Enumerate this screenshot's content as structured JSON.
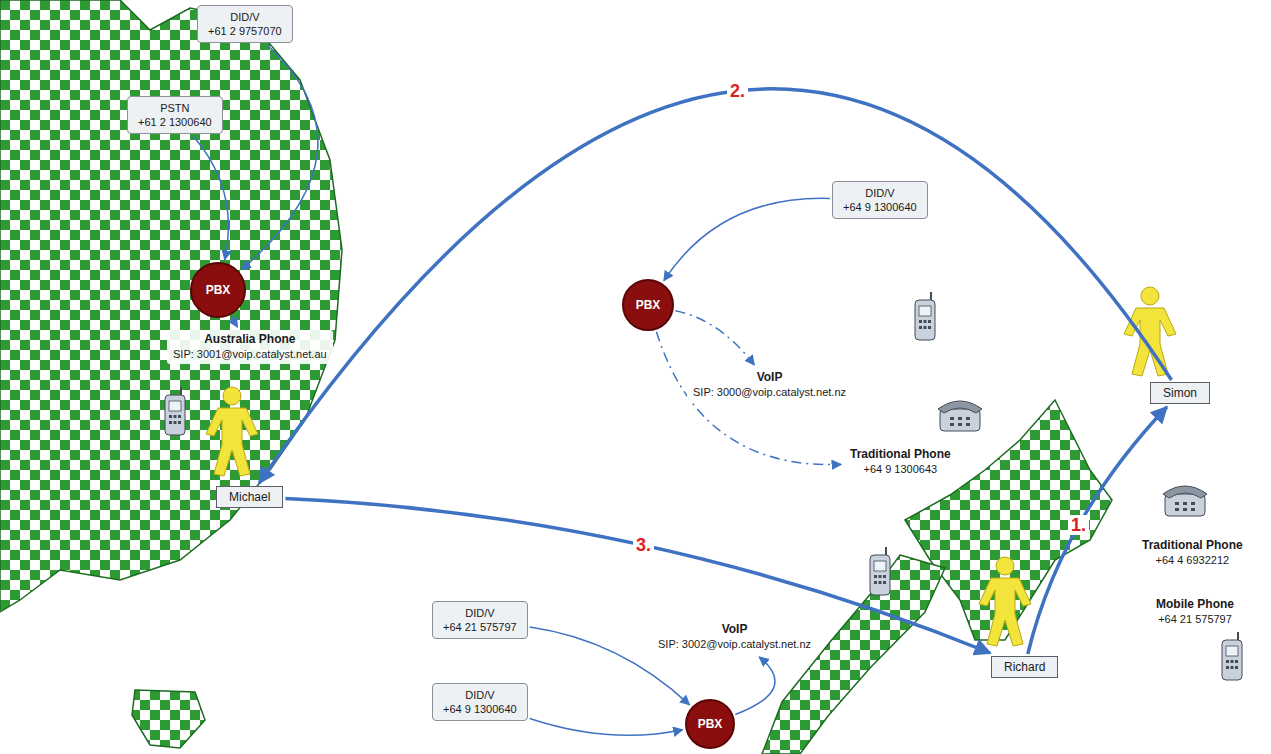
{
  "diagram": {
    "nodes": [
      {
        "text": [
          "DID/V",
          "+61 2 9757070"
        ]
      },
      {
        "text": [
          "PSTN",
          "+61 2 1300640"
        ]
      },
      {
        "text": [
          "PBX"
        ]
      },
      {
        "text": [
          "Australia Phone",
          "SIP: 3001@voip.catalyst.net.au"
        ]
      },
      {
        "text": [
          "Michael"
        ]
      },
      {
        "text": [
          "DID/V",
          "+64 9 1300640"
        ]
      },
      {
        "text": [
          "PBX"
        ]
      },
      {
        "text": [
          "VoIP",
          "SIP: 3000@voip.catalyst.net.nz"
        ]
      },
      {
        "text": [
          "Traditional Phone",
          "+64 9 1300643"
        ]
      },
      {
        "text": [
          "Simon"
        ]
      },
      {
        "text": [
          "Traditional Phone",
          "+64 4 6932212"
        ]
      },
      {
        "text": [
          "Mobile Phone",
          "+64 21 575797"
        ]
      },
      {
        "text": [
          "Richard"
        ]
      },
      {
        "text": [
          "VoIP",
          "SIP: 3002@voip.catalyst.net.nz"
        ]
      },
      {
        "text": [
          "DID/V",
          "+64 21 575797"
        ]
      },
      {
        "text": [
          "DID/V",
          "+64 9 1300640"
        ]
      },
      {
        "text": [
          "PBX"
        ]
      }
    ],
    "edges": [
      {
        "from": 0,
        "to": 2,
        "arrow": "to"
      },
      {
        "from": 1,
        "to": 2,
        "arrow": "to"
      },
      {
        "from": 2,
        "to": 3,
        "arrow": "to"
      },
      {
        "from": 5,
        "to": 6,
        "arrow": "to"
      },
      {
        "from": 6,
        "to": 7,
        "arrow": "to"
      },
      {
        "from": 6,
        "to": 8,
        "arrow": "to"
      },
      {
        "from": 12,
        "to": 9,
        "label": "1.",
        "arrow": "to"
      },
      {
        "from": 9,
        "to": 4,
        "label": "2.",
        "arrow": "to"
      },
      {
        "from": 4,
        "to": 12,
        "label": "3.",
        "arrow": "to"
      },
      {
        "from": 14,
        "to": 16,
        "arrow": "to"
      },
      {
        "from": 15,
        "to": 16,
        "arrow": "to"
      },
      {
        "from": 16,
        "to": 13,
        "arrow": "to"
      }
    ]
  }
}
